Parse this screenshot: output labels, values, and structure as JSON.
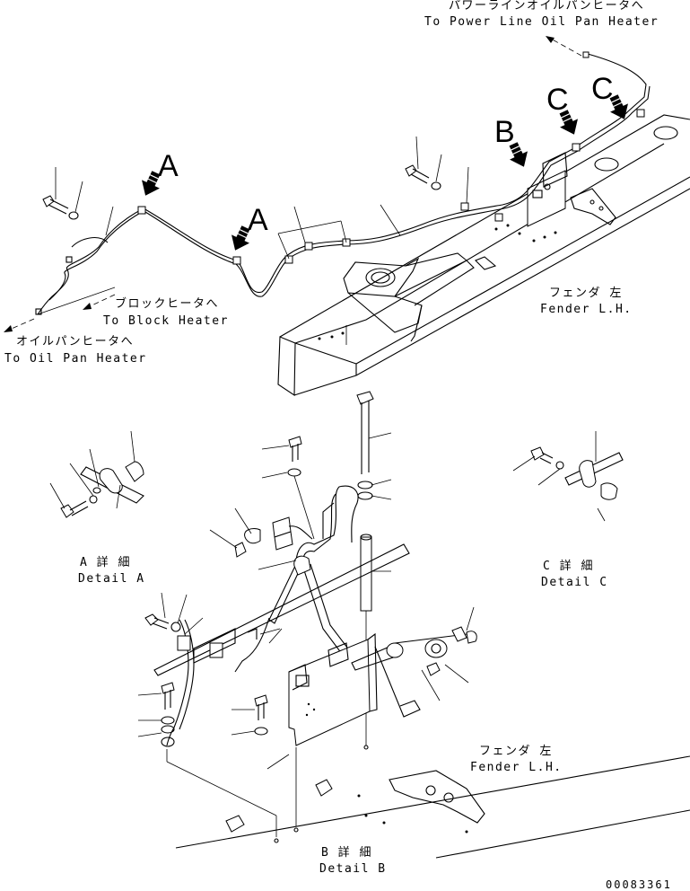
{
  "labels": {
    "power_line_jp": "パワーラインオイルパンヒータへ",
    "power_line_en": "To Power Line Oil Pan Heater",
    "block_heater_jp": "ブロックヒータへ",
    "block_heater_en": "To Block Heater",
    "oil_pan_jp": "オイルパンヒータへ",
    "oil_pan_en": "To Oil Pan Heater",
    "fender_top_jp": "フェンダ 左",
    "fender_top_en": "Fender L.H.",
    "fender_bottom_jp": "フェンダ 左",
    "fender_bottom_en": "Fender L.H.",
    "detail_a_jp": "A 詳 細",
    "detail_a_en": "Detail A",
    "detail_b_jp": "B 詳 細",
    "detail_b_en": "Detail B",
    "detail_c_jp": "C 詳 細",
    "detail_c_en": "Detail C",
    "view_letter_a1": "A",
    "view_letter_a2": "A",
    "view_letter_b": "B",
    "view_letter_c1": "C",
    "view_letter_c2": "C",
    "drawing_number": "00083361"
  },
  "colors": {
    "line": "#000000",
    "background": "#ffffff"
  },
  "icons": {
    "view_arrow": "bold-hatched-arrow-icon",
    "direction_arrow": "dashed-arrow-icon"
  }
}
